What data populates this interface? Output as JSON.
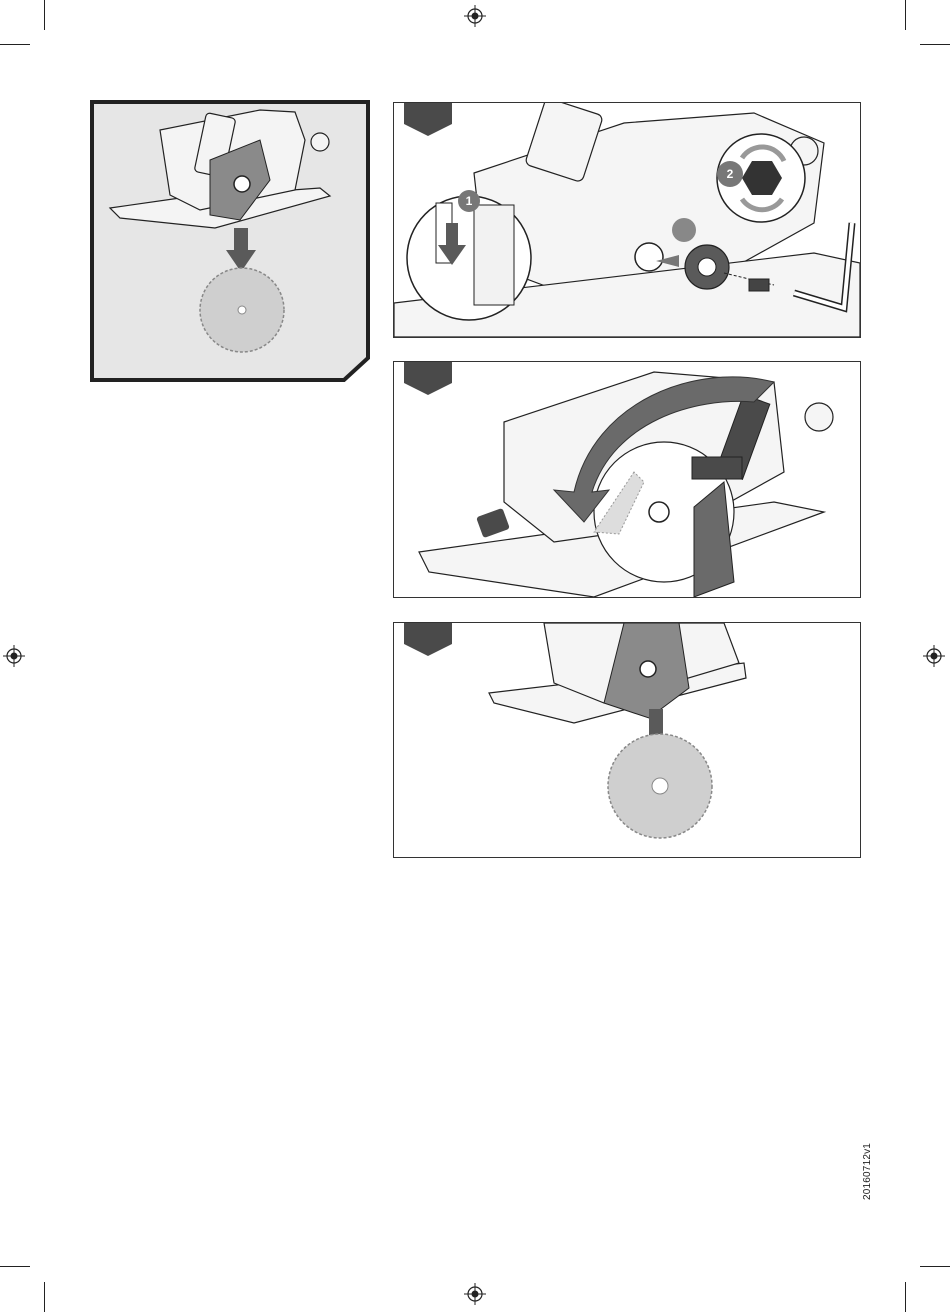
{
  "document": {
    "version_code": "20160712v1",
    "panels": [
      {
        "step_markers": [
          "1",
          "2"
        ]
      },
      {
        "step_markers": []
      },
      {
        "step_markers": []
      }
    ]
  },
  "colors": {
    "panel_frame": "#222222",
    "tab_fill": "#4a4a4a",
    "blade_fill": "#bdbdbd",
    "arrow_fill": "#5a5a5a"
  }
}
